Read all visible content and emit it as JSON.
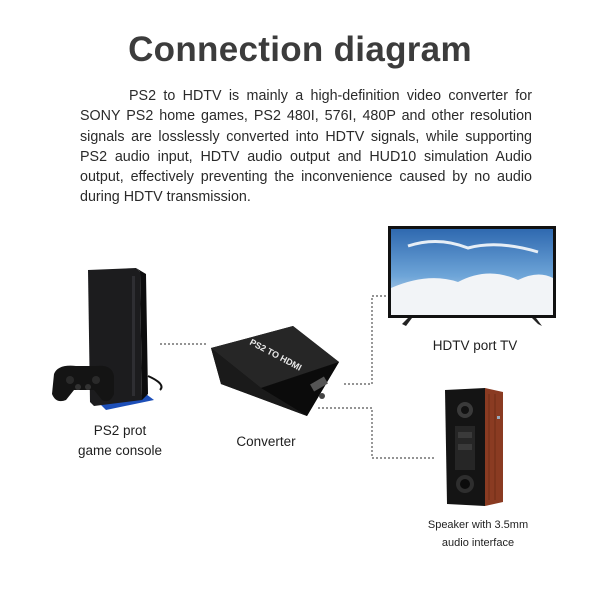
{
  "title": "Connection diagram",
  "description": "PS2 to HDTV is mainly a high-definition video converter for SONY PS2 home games, PS2 480I, 576I, 480P and other resolution signals are losslessly converted into HDTV signals, while supporting PS2 audio input, HDTV audio output and HUD10 simulation Audio output, effectively preventing the inconvenience caused by no audio during HDTV transmission.",
  "console": {
    "line1": "PS2 prot",
    "line2": "game console"
  },
  "converter": {
    "label": "Converter",
    "device_text": "PS2 TO HDMI"
  },
  "tv": {
    "label": "HDTV port TV"
  },
  "speaker": {
    "line1": "Speaker with 3.5mm",
    "line2": "audio interface"
  },
  "colors": {
    "connector_line": "#555555",
    "speaker_wood": "#8a3b22",
    "tv_screen": "#4f86bf"
  },
  "icons": [
    "ps2-console-image",
    "controller-image",
    "converter-image",
    "tv-image",
    "speaker-image"
  ]
}
